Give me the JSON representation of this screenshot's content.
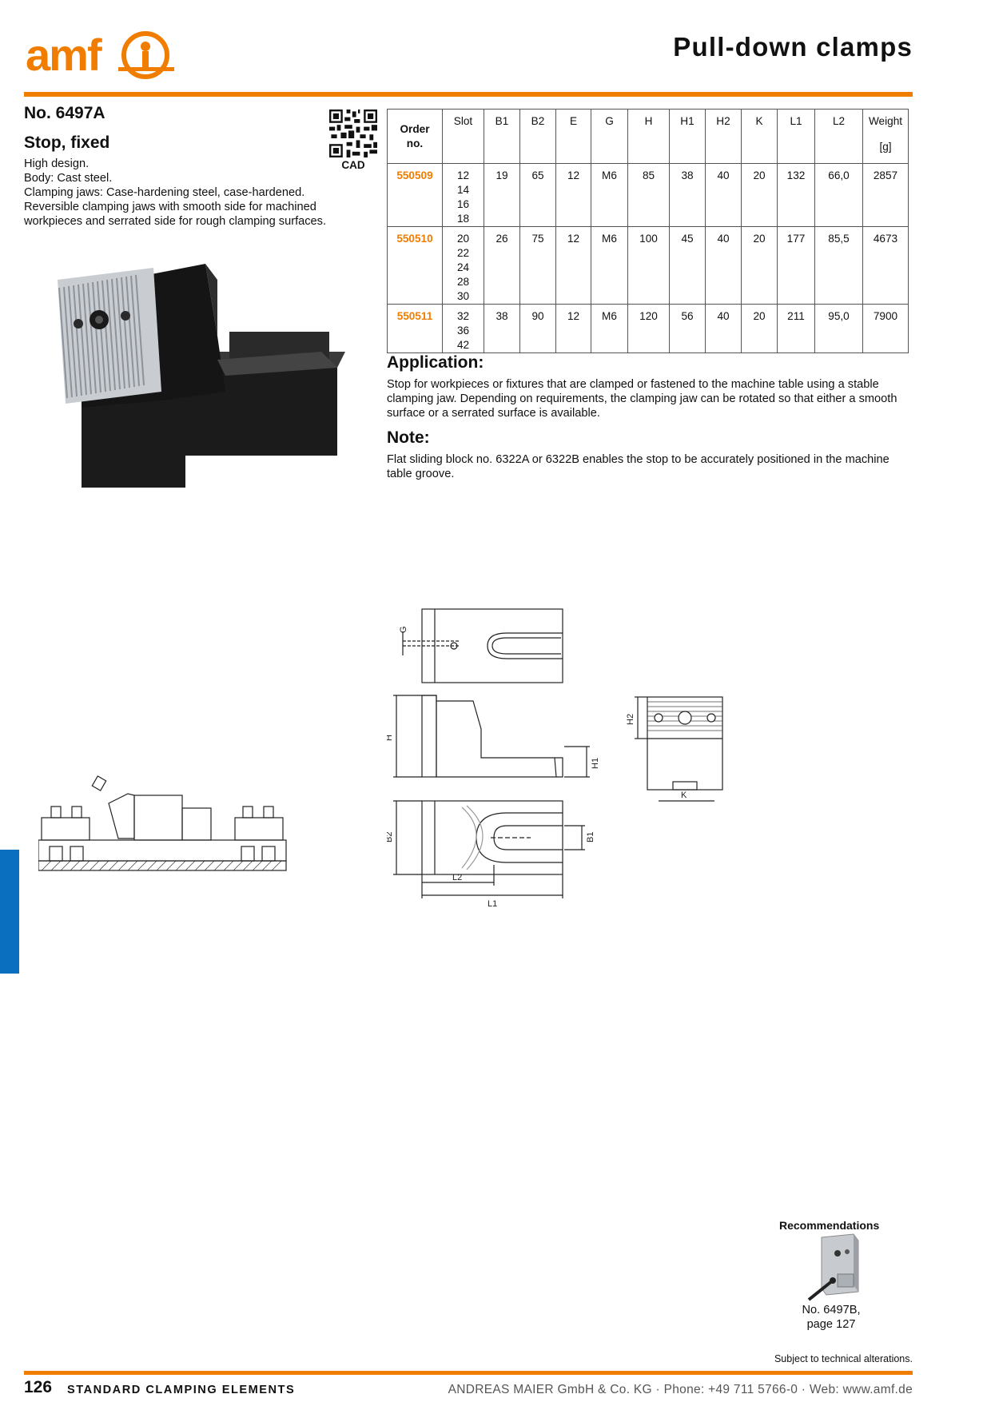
{
  "header": {
    "logo_text": "amf",
    "page_title": "Pull-down clamps"
  },
  "product": {
    "number": "No. 6497A",
    "name": "Stop, fixed",
    "description": [
      "High design.",
      "Body: Cast steel.",
      "Clamping jaws: Case-hardening steel, case-hardened.",
      "Reversible clamping jaws with smooth side for machined",
      "workpieces and serrated side for rough clamping surfaces."
    ],
    "cad_label": "CAD"
  },
  "table": {
    "headers": {
      "order_line1": "Order",
      "order_line2": "no.",
      "slot": "Slot",
      "b1": "B1",
      "b2": "B2",
      "e": "E",
      "g": "G",
      "h": "H",
      "h1": "H1",
      "h2": "H2",
      "k": "K",
      "l1": "L1",
      "l2": "L2",
      "weight": "Weight",
      "weight_unit": "[g]"
    },
    "rows": [
      {
        "order": "550509",
        "slots": [
          "12",
          "14",
          "16",
          "18"
        ],
        "b1": "19",
        "b2": "65",
        "e": "12",
        "g": "M6",
        "h": "85",
        "h1": "38",
        "h2": "40",
        "k": "20",
        "l1": "132",
        "l2": "66,0",
        "weight": "2857"
      },
      {
        "order": "550510",
        "slots": [
          "20",
          "22",
          "24",
          "28",
          "30"
        ],
        "b1": "26",
        "b2": "75",
        "e": "12",
        "g": "M6",
        "h": "100",
        "h1": "45",
        "h2": "40",
        "k": "20",
        "l1": "177",
        "l2": "85,5",
        "weight": "4673"
      },
      {
        "order": "550511",
        "slots": [
          "32",
          "36",
          "42"
        ],
        "b1": "38",
        "b2": "90",
        "e": "12",
        "g": "M6",
        "h": "120",
        "h1": "56",
        "h2": "40",
        "k": "20",
        "l1": "211",
        "l2": "95,0",
        "weight": "7900"
      }
    ]
  },
  "application": {
    "heading": "Application:",
    "text": "Stop for workpieces or fixtures that are clamped or fastened to the machine table using a stable clamping jaw. Depending on requirements, the clamping jaw can be rotated so that either a smooth surface or a serrated surface is available."
  },
  "note": {
    "heading": "Note:",
    "text": "Flat sliding block no. 6322A or 6322B enables the stop to be accurately positioned in the machine table groove."
  },
  "drawing_labels": {
    "g": "G",
    "h": "H",
    "h1": "H1",
    "h2": "H2",
    "k": "K",
    "b1": "B1",
    "b2": "B2",
    "l1": "L1",
    "l2": "L2"
  },
  "recommendations": {
    "title": "Recommendations",
    "caption_line1": "No. 6497B,",
    "caption_line2": "page 127"
  },
  "footer": {
    "alterations": "Subject to technical alterations.",
    "page_number": "126",
    "section": "STANDARD CLAMPING ELEMENTS",
    "company": "ANDREAS MAIER GmbH & Co. KG · Phone: +49 711 5766-0 · Web: www.amf.de"
  },
  "colors": {
    "brand_orange": "#f07d00",
    "side_tab_blue": "#0a6fbf"
  }
}
